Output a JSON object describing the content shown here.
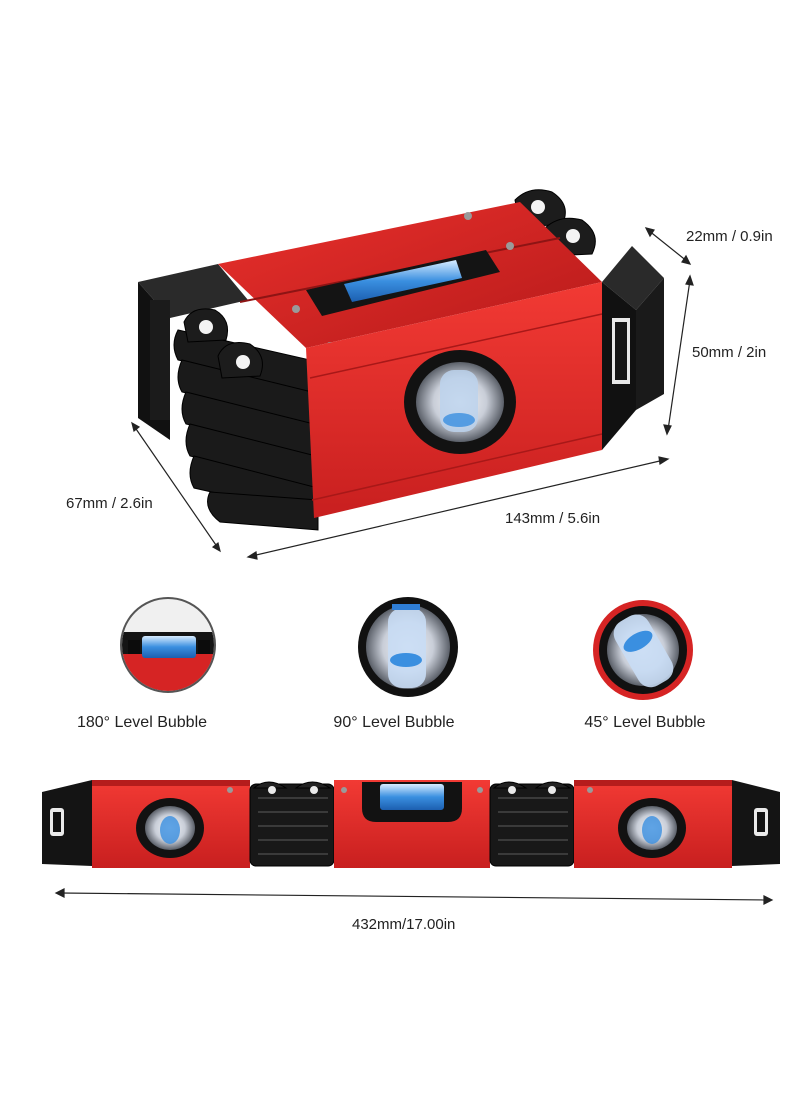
{
  "dimensions": {
    "thickness": "22mm / 0.9in",
    "height": "50mm / 2in",
    "width": "67mm / 2.6in",
    "length_folded": "143mm / 5.6in",
    "length_unfolded": "432mm/17.00in"
  },
  "bubbles": [
    {
      "label": "180° Level Bubble"
    },
    {
      "label": "90° Level Bubble"
    },
    {
      "label": "45° Level Bubble"
    }
  ],
  "colors": {
    "body_red": "#e02a2a",
    "dark_red": "#b81d1d",
    "black": "#141414",
    "vial_blue": "#3a8fe0"
  }
}
